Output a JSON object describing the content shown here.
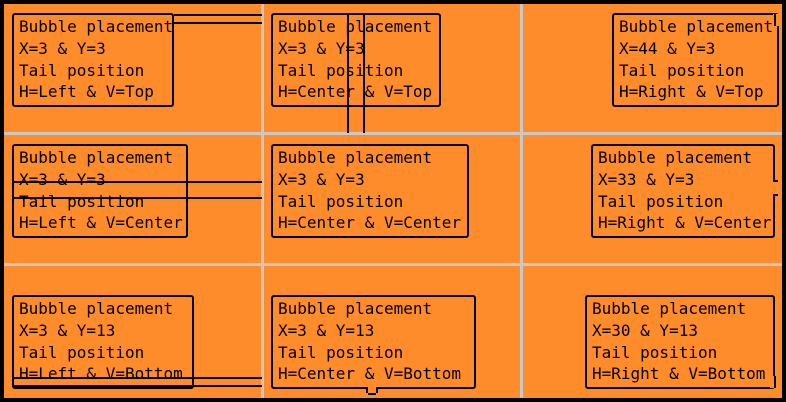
{
  "cells": [
    {
      "lines": [
        "Bubble placement",
        "X=3 & Y=3",
        "Tail position",
        "H=Left & V=Top"
      ]
    },
    {
      "lines": [
        "Bubble placement",
        "X=3 & Y=3",
        "Tail position",
        "H=Center & V=Top"
      ]
    },
    {
      "lines": [
        "Bubble placement",
        "X=44 & Y=3",
        "Tail position",
        "H=Right & V=Top"
      ]
    },
    {
      "lines": [
        "Bubble placement",
        "X=3 & Y=3",
        "Tail position",
        "H=Left & V=Center"
      ]
    },
    {
      "lines": [
        "Bubble placement",
        "X=3 & Y=3",
        "Tail position",
        "H=Center & V=Center"
      ]
    },
    {
      "lines": [
        "Bubble placement",
        "X=33 & Y=3",
        "Tail position",
        "H=Right & V=Center"
      ]
    },
    {
      "lines": [
        "Bubble placement",
        "X=3 & Y=13",
        "Tail position",
        "H=Left & V=Bottom"
      ]
    },
    {
      "lines": [
        "Bubble placement",
        "X=3 & Y=13",
        "Tail position",
        "H=Center & V=Bottom"
      ]
    },
    {
      "lines": [
        "Bubble placement",
        "X=30 & Y=13",
        "Tail position",
        "H=Right & V=Bottom"
      ]
    }
  ],
  "colors": {
    "background": "#ff8c2a",
    "grid": "#c8c8c8",
    "frame": "#000000"
  }
}
